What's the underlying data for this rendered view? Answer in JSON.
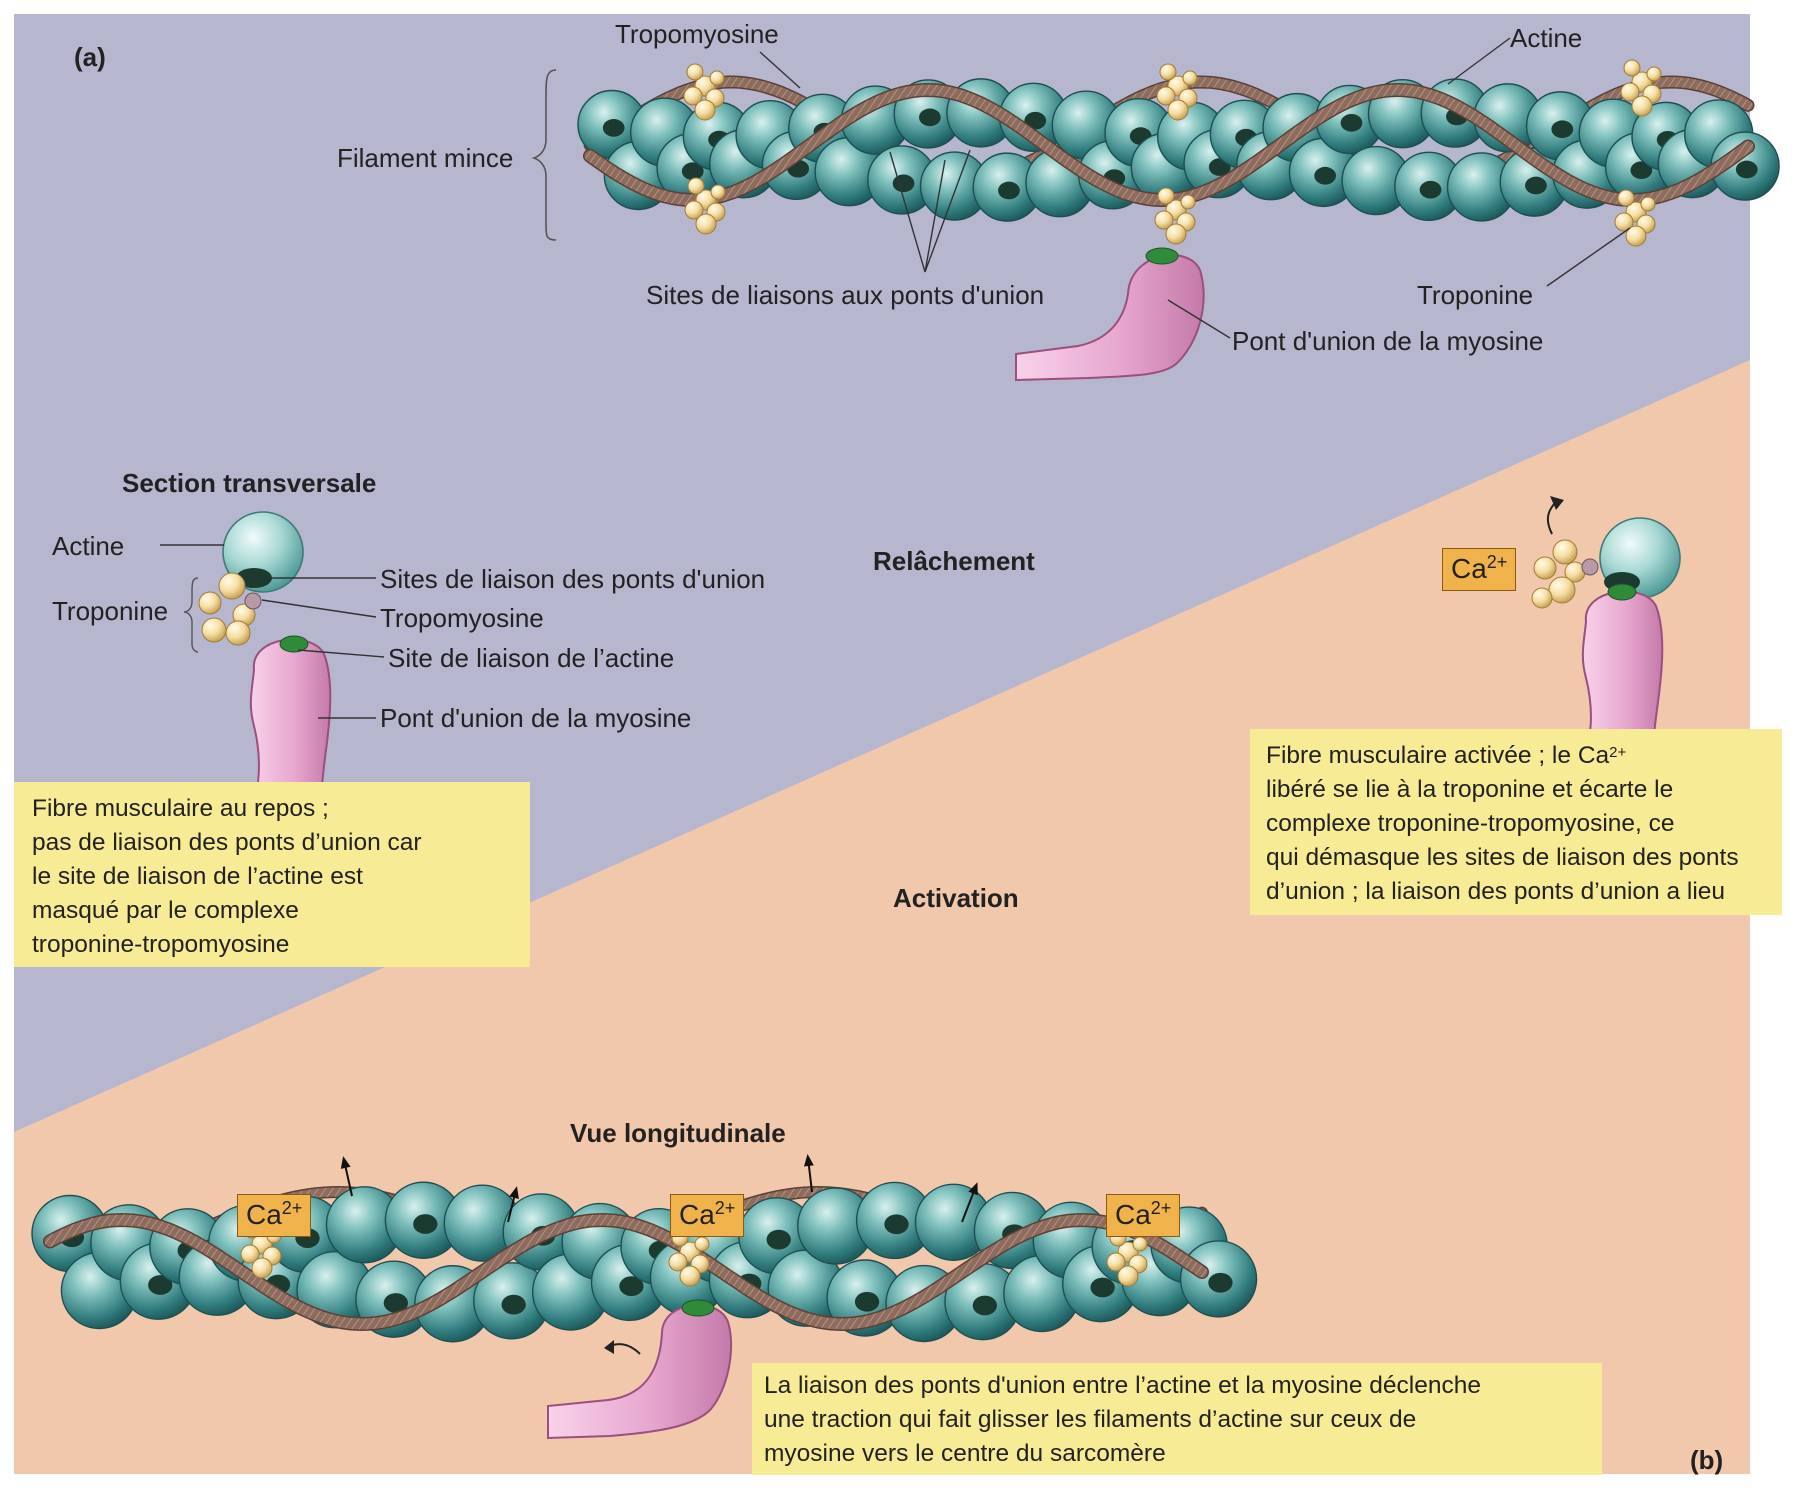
{
  "colors": {
    "relaxed_bg": "#b6b6cf",
    "active_bg": "#f2c8ad",
    "actin": "#3f8e8e",
    "myosin": "#e6a9cd",
    "troponin": "#f4dca2",
    "tropomyosin": "#8d6c5e",
    "binding_site": "#1c3a30",
    "myosin_site": "#2f8a3a",
    "caption_bg": "#f8eb95",
    "calcium_box": "#f0b24a"
  },
  "panel_a": {
    "tag": "(a)",
    "tropomyosine": "Tropomyosine",
    "actine": "Actine",
    "filament_mince": "Filament mince",
    "sites_liaisons": "Sites de liaisons aux ponts d'union",
    "troponine": "Troponine",
    "pont_union": "Pont d'union de la myosine"
  },
  "cross_section": {
    "title": "Section transversale",
    "actine": "Actine",
    "troponine": "Troponine",
    "sites_liaison": "Sites de liaison des ponts d'union",
    "tropomyosine": "Tropomyosine",
    "site_actine": "Site de liaison de l’actine",
    "pont_union": "Pont d'union de la myosine"
  },
  "states": {
    "relaxation": "Relâchement",
    "activation": "Activation"
  },
  "rest_caption": [
    "Fibre musculaire au repos ;",
    "pas de liaison des ponts d’union car",
    "le site de liaison de l’actine est",
    "masqué par le complexe",
    "troponine-tropomyosine"
  ],
  "active_caption": {
    "line1_text": "Fibre musculaire activée ; le Ca",
    "line1_sup": "2+",
    "rest": [
      "libéré se lie à la troponine et écarte le",
      "complexe troponine-tropomyosine, ce",
      "qui démasque les sites de liaison des ponts",
      "d’union ; la liaison des ponts d’union a lieu"
    ]
  },
  "calcium": {
    "base": "Ca",
    "charge": "2+"
  },
  "panel_b": {
    "longitudinal_title": "Vue longitudinale",
    "tag": "(b)",
    "caption": [
      "La liaison des ponts d'union entre l’actine et la myosine déclenche",
      "une traction qui fait glisser les filaments d’actine sur ceux de",
      "myosine vers le centre du sarcomère"
    ]
  }
}
